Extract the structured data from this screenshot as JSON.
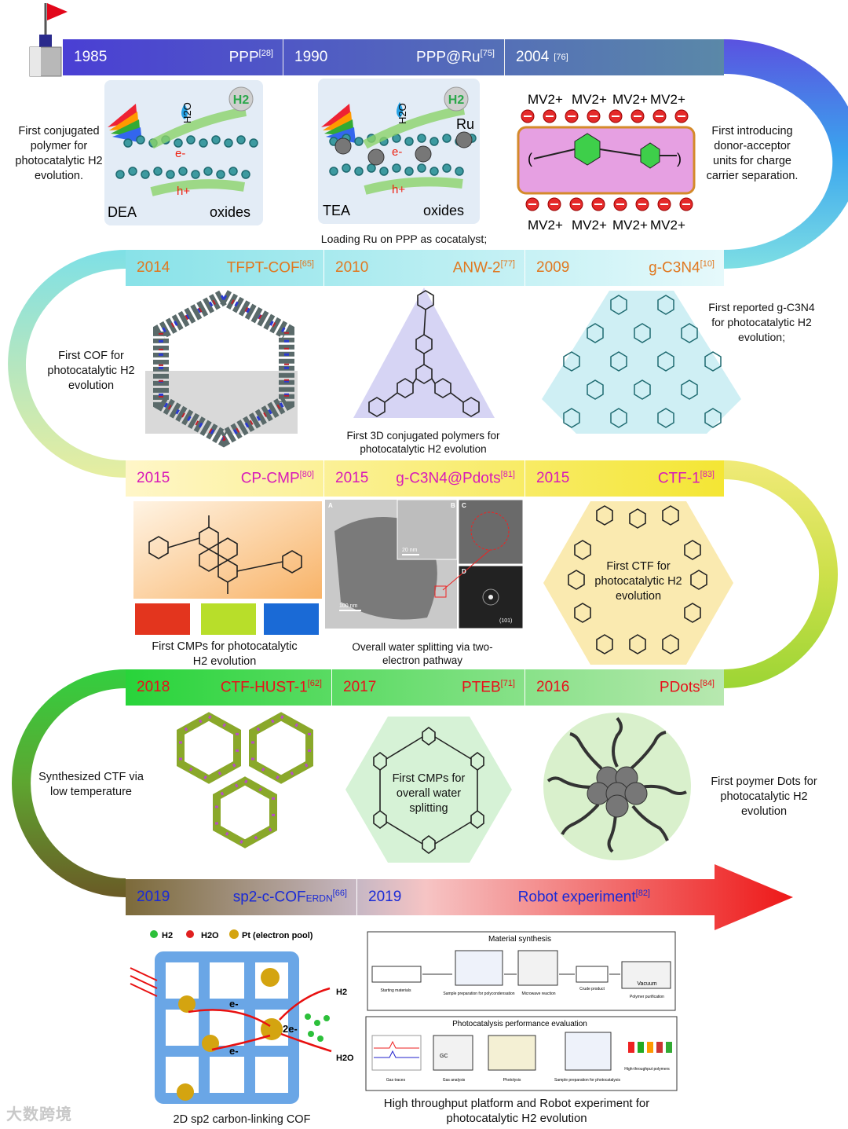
{
  "rows": [
    {
      "segments": [
        {
          "year": "1985",
          "name": "PPP",
          "ref": "[28]"
        },
        {
          "year": "1990",
          "name": "PPP@Ru",
          "ref": "[75]"
        },
        {
          "year": "2004",
          "name": "",
          "ref": "[76]"
        }
      ]
    },
    {
      "segments": [
        {
          "year": "2014",
          "name": "TFPT-COF",
          "ref": "[65]"
        },
        {
          "year": "2010",
          "name": "ANW-2",
          "ref": "[77]"
        },
        {
          "year": "2009",
          "name": "g-C3N4",
          "ref": "[10]"
        }
      ]
    },
    {
      "segments": [
        {
          "year": "2015",
          "name": "CP-CMP",
          "ref": "[80]"
        },
        {
          "year": "2015",
          "name": "g-C3N4@Pdots",
          "ref": "[81]"
        },
        {
          "year": "2015",
          "name": "CTF-1",
          "ref": "[83]"
        }
      ]
    },
    {
      "segments": [
        {
          "year": "2018",
          "name": "CTF-HUST-1",
          "ref": "[62]"
        },
        {
          "year": "2017",
          "name": "PTEB",
          "ref": "[71]"
        },
        {
          "year": "2016",
          "name": "PDots",
          "ref": "[84]"
        }
      ]
    },
    {
      "segments": [
        {
          "year": "2019",
          "name": "sp2-c-COF",
          "sub": "ERDN",
          "ref": "[66]"
        },
        {
          "year": "2019",
          "name": "Robot experiment",
          "ref": "[82]"
        }
      ]
    }
  ],
  "descriptions": {
    "ppp": "First conjugated polymer for photocatalytic H2 evolution.",
    "ppp_ru": "Loading Ru on PPP as cocatalyst;",
    "mv": "First introducing donor-acceptor units for charge carrier separation.",
    "tfpt": "First COF for photocatalytic H2 evolution",
    "anw": "First 3D conjugated polymers for photocatalytic H2 evolution",
    "gcn": "First reported g-C3N4 for photocatalytic H2 evolution;",
    "cmp": "First  CMPs for photocatalytic H2 evolution",
    "pdots_gcn": "Overall water splitting via two-electron pathway",
    "ctf1": "First CTF for photocatalytic H2 evolution",
    "ctf_hust": "Synthesized CTF via low temperature",
    "pteb": "First CMPs for overall water splitting",
    "pdots": "First  poymer Dots for photocatalytic H2 evolution",
    "cof2d": "2D sp2 carbon-linking COF",
    "robot": "High throughput platform and Robot experiment for photocatalytic H2 evolution"
  },
  "ppp_panel": {
    "reagent": "DEA",
    "product": "oxides",
    "h2": "H2",
    "h2o": "H2O",
    "electron": "e-",
    "hole": "h+"
  },
  "ppp_ru_panel": {
    "reagent": "TEA",
    "product": "oxides",
    "h2": "H2",
    "h2o": "H2O",
    "metal": "Ru",
    "electron": "e-",
    "hole": "h+"
  },
  "mv_panel": {
    "acceptor": "MV2+"
  },
  "cmp_panel": {
    "labels": [
      "A",
      "B",
      "C",
      "D"
    ],
    "scale_a": "100 nm",
    "scale_b": "20 nm",
    "plane": "(101)"
  },
  "cof_panel": {
    "legend": [
      "H2",
      "H2O",
      "Pt (electron pool)"
    ],
    "h2": "H2",
    "h2o": "H2O",
    "electron": "e-",
    "two_e": "2e-"
  },
  "robot_panel": {
    "top_title": "Material synthesis",
    "top_steps": [
      "Starting materials",
      "Sample preparation for polycondensation",
      "Microwave reaction",
      "Crude product",
      "Polymer purification"
    ],
    "vacuum": "Vacuum",
    "bottom_title": "Photocatalysis performance evaluation",
    "bottom_steps": [
      "Gas traces",
      "Gas analysis",
      "Photolysis",
      "Sample preparation for photocatalysis",
      "High-throughput polymers"
    ],
    "gc": "GC"
  },
  "watermark": "大数跨境",
  "colors": {
    "row1_start": "#4a3fd0",
    "row1_end": "#5a8fa8",
    "row2": "#7ed6dc",
    "row3": "#f4e94a",
    "row4": "#33d640",
    "row5": "#ef2020"
  }
}
